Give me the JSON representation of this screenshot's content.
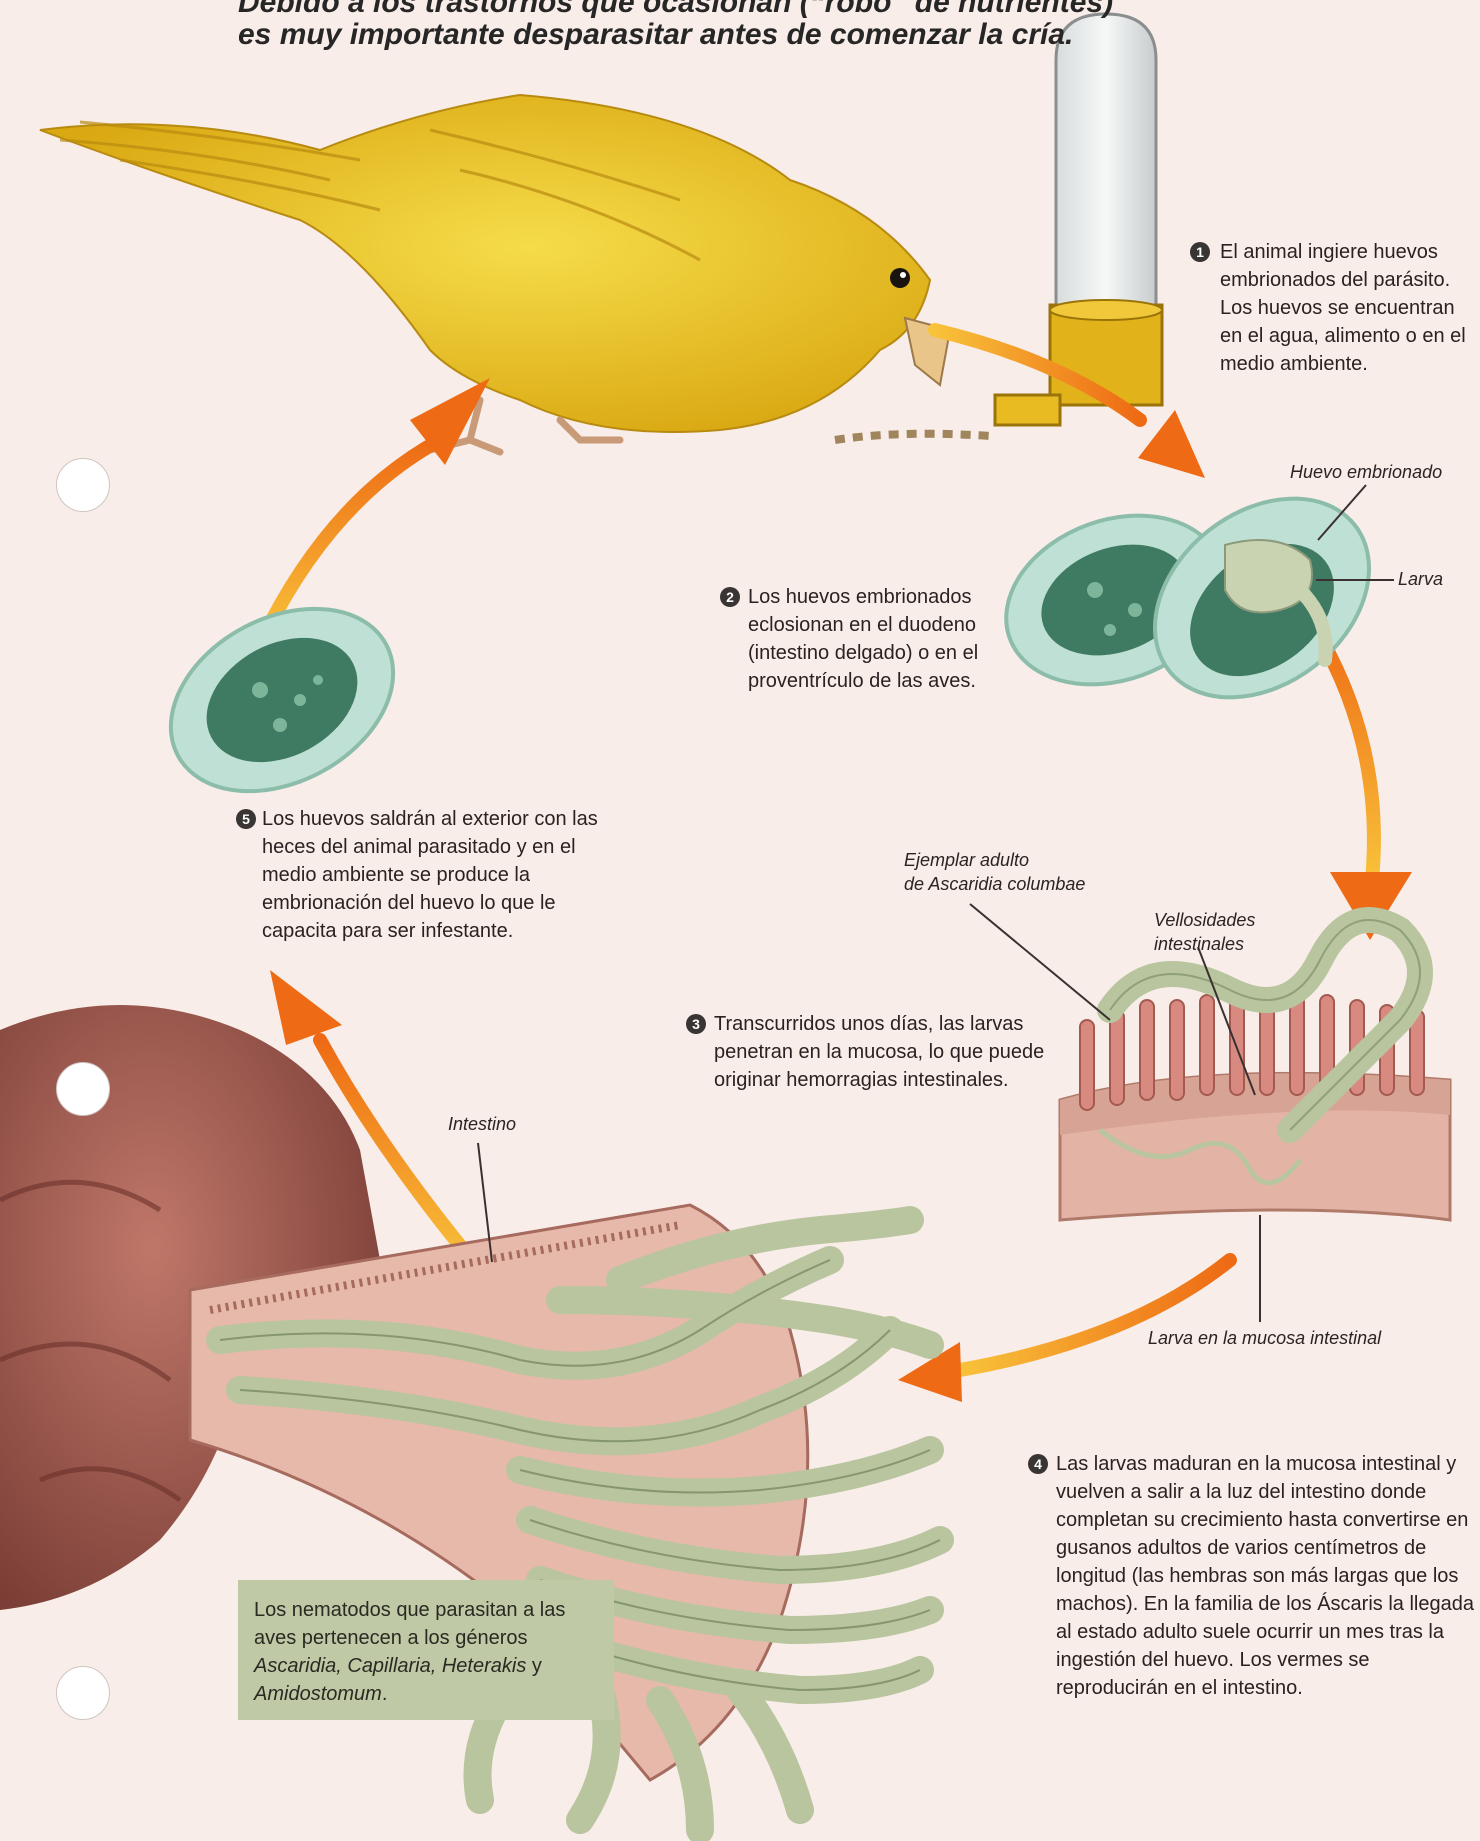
{
  "header": {
    "line1": "Debido a los trastornos que ocasionan (“robo” de nutrientes)",
    "line2": "es muy importante desparasitar antes de comenzar la cría."
  },
  "steps": [
    {
      "number": "1",
      "text": "El animal ingiere huevos embrionados del parásito. Los huevos se encuentran en el agua, alimento o en el medio ambiente."
    },
    {
      "number": "2",
      "text": "Los huevos embrionados eclosionan en el duodeno (intestino delgado) o en el proventrículo de las aves."
    },
    {
      "number": "3",
      "text": "Transcurridos unos días, las larvas penetran en la mucosa, lo que puede originar hemorragias intestinales."
    },
    {
      "number": "4",
      "text": "Las larvas maduran en la mucosa intestinal y vuelven a salir a la luz del intestino donde completan su crecimiento hasta convertirse en gusanos adultos de varios centímetros de longitud (las hembras son más largas que los machos). En la familia de los Áscaris la llegada al estado adulto suele ocurrir un mes tras la ingestión del huevo. Los vermes se reproducirán en el intestino."
    },
    {
      "number": "5",
      "text": "Los huevos saldrán al exterior con las heces del animal parasitado y en el medio ambiente se produce la embrionación del huevo lo que le capacita para ser infestante."
    }
  ],
  "labels": {
    "huevo_embrionado": "Huevo embrionado",
    "larva": "Larva",
    "ejemplar_line1": "Ejemplar adulto",
    "ejemplar_line2": "de Ascaridia columbae",
    "vellosidades_line1": "Vellosidades",
    "vellosidades_line2": "intestinales",
    "intestino": "Intestino",
    "larva_mucosa": "Larva en la mucosa intestinal"
  },
  "info_box": {
    "intro": "Los nematodos que parasitan a las aves pertenecen a los géneros",
    "genera": "Ascaridia, Capillaria, Heterakis",
    "conj": "y",
    "last": "Amidostomum",
    "end": "."
  },
  "colors": {
    "arrow": "#ee6a14",
    "arrow_light": "#f7b22a",
    "bird": "#e8c21a",
    "egg_shell": "#bfe0d4",
    "egg_core": "#3f7a62",
    "worm": "#b8c59e",
    "intestine": "#a8655a",
    "info_box": "#bfc9a6"
  }
}
